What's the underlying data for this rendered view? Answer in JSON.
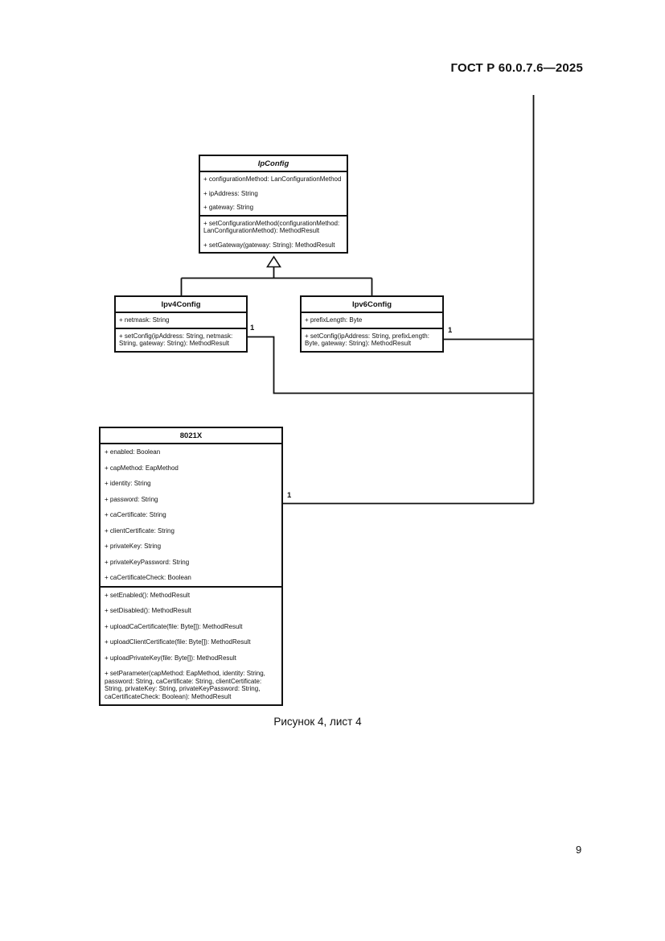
{
  "page": {
    "header": "ГОСТ Р 60.0.7.6—2025",
    "caption": "Рисунок 4, лист 4",
    "page_number": "9"
  },
  "diagram": {
    "type": "uml-class-diagram",
    "classes": [
      {
        "name": "IpConfig",
        "abstract": true,
        "attributes": [
          "+ configurationMethod: LanConfigurationMethod",
          "+ ipAddress: String",
          "+ gateway: String"
        ],
        "methods": [
          "+ setConfigurationMethod(configurationMethod: LanConfigurationMethod): MethodResult",
          "+ setGateway(gateway: String): MethodResult"
        ]
      },
      {
        "name": "Ipv4Config",
        "abstract": false,
        "attributes": [
          "+ netmask: String"
        ],
        "methods": [
          "+ setConfig(ipAddress: String, netmask: String, gateway: String): MethodResult"
        ]
      },
      {
        "name": "Ipv6Config",
        "abstract": false,
        "attributes": [
          "+ prefixLength: Byte"
        ],
        "methods": [
          "+ setConfig(ipAddress: String, prefixLength: Byte, gateway: String): MethodResult"
        ]
      },
      {
        "name": "8021X",
        "abstract": false,
        "attributes": [
          "+ enabled: Boolean",
          "+ capMethod: EapMethod",
          "+ identity: String",
          "+ password: String",
          "+ caCertificate: String",
          "+ clientCertificate: String",
          "+ privateKey: String",
          "+ privateKeyPassword: String",
          "+ caCertificateCheck: Boolean"
        ],
        "methods": [
          "+ setEnabled(): MethodResult",
          "+ setDisabled(): MethodResult",
          "+ uploadCaCertificate(file: Byte[]): MethodResult",
          "+ uploadClientCertificate(file: Byte[]): MethodResult",
          "+ uploadPrivateKey(file: Byte[]): MethodResult",
          "+ setParameter(capMethod: EapMethod, identity: String, password: String, caCertificate: String, clientCertificate: String, privateKey: String, privateKeyPassword: String, caCertificateCheck: Boolean): MethodResult"
        ]
      }
    ],
    "relationships": {
      "generalization_parent": "IpConfig",
      "generalization_children": [
        "Ipv4Config",
        "Ipv6Config"
      ]
    },
    "multiplicities": [
      "1",
      "1",
      "1"
    ],
    "colors": {
      "line": "#111111",
      "box_background": "#ffffff",
      "page_background": "#ffffff"
    }
  }
}
